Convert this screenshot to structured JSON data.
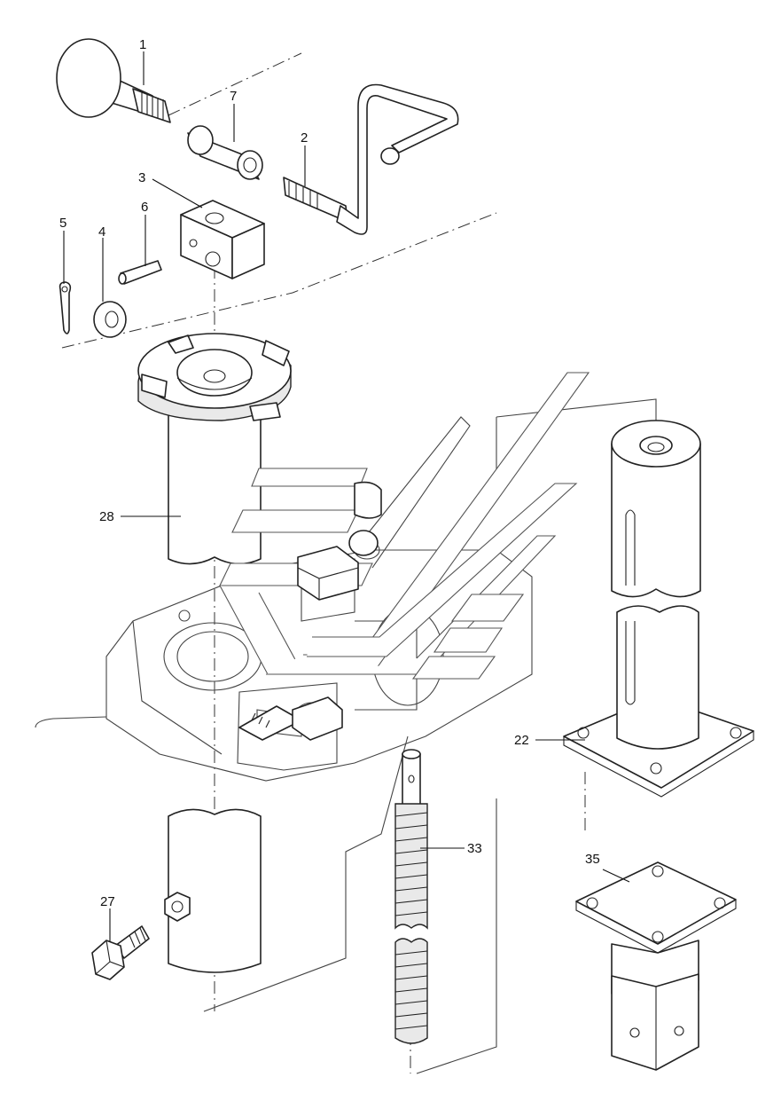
{
  "labels": {
    "p1": "1",
    "p7": "7",
    "p2": "2",
    "p3": "3",
    "p6": "6",
    "p5": "5",
    "p4": "4",
    "p28": "28",
    "p22": "22",
    "p33": "33",
    "p35": "35",
    "p27": "27"
  }
}
